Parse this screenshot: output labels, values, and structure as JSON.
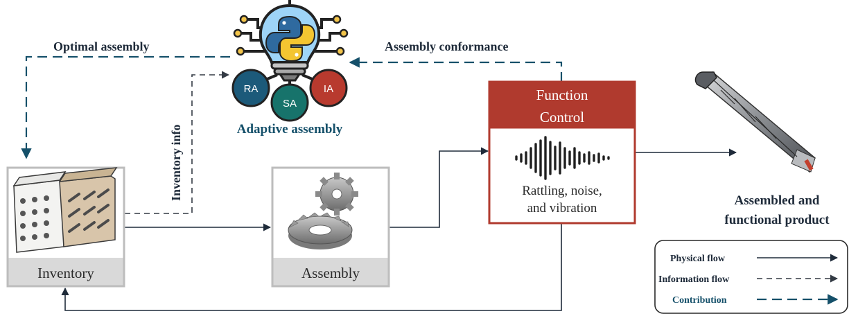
{
  "labels": {
    "optimal_assembly": "Optimal assembly",
    "assembly_conformance": "Assembly conformance",
    "inventory_info": "Inventory info",
    "adaptive_assembly": "Adaptive assembly",
    "assembled_product_line1": "Assembled and",
    "assembled_product_line2": "functional product"
  },
  "agents": {
    "ra": "RA",
    "sa": "SA",
    "ia": "IA"
  },
  "boxes": {
    "inventory": "Inventory",
    "assembly": "Assembly",
    "function_control_line1": "Function",
    "function_control_line2": "Control",
    "function_desc_line1": "Rattling, noise,",
    "function_desc_line2": "and vibration"
  },
  "legend": {
    "physical": "Physical flow",
    "information": "Information flow",
    "contribution": "Contribution"
  },
  "colors": {
    "physical": "#1f2b3a",
    "information": "#333a44",
    "contribution": "#15506a",
    "ra": "#1c5a7a",
    "sa": "#17736b",
    "ia": "#b83a2e",
    "function_header": "#b03a2e"
  },
  "icons": [
    "python-logo-icon",
    "lightbulb-icon",
    "gears-icon",
    "sound-wave-icon",
    "handpiece-icon",
    "parts-rack-icon"
  ]
}
